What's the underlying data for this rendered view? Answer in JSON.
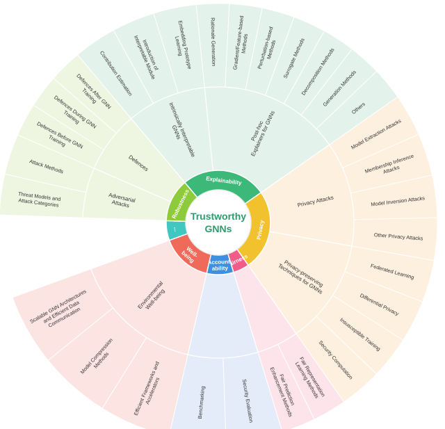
{
  "center": {
    "title_line1": "Trustworthy",
    "title_line2": "GNNs",
    "color": "#2e9b6e"
  },
  "categories": [
    {
      "name": "Explainability",
      "color": "#3cb878",
      "bg": "#e4f2ec",
      "subcategories": [
        {
          "lines": [
            "Intrinsically Interpretable",
            "GNNs"
          ],
          "leaves": [
            [
              "Contribution Estimation"
            ],
            [
              "Introduction of",
              "Interpretable Module"
            ],
            [
              "Embedding Prototype",
              "Learning"
            ]
          ]
        },
        {
          "lines": [
            "Post-hoc",
            "Explainers for GNNs"
          ],
          "leaves": [
            [
              "Rationale Generation"
            ],
            [
              "Gradient/Feature-based",
              "Methods"
            ],
            [
              "Perturbation-based",
              "Methods"
            ],
            [
              "Surrogate Methods"
            ],
            [
              "Decomposition Methods"
            ],
            [
              "Generation Methods"
            ],
            [
              "Others"
            ]
          ]
        }
      ]
    },
    {
      "name": "Privacy",
      "color": "#f2c12e",
      "bg": "#fdf0df",
      "subcategories": [
        {
          "lines": [
            "Privacy Attacks"
          ],
          "leaves": [
            [
              "Model Extraction Attacks"
            ],
            [
              "Membership Inference",
              "Attacks"
            ],
            [
              "Model Inversion Attacks"
            ],
            [
              "Other Privacy Attacks"
            ]
          ]
        },
        {
          "lines": [
            "Privacy-preserving",
            "Techniques for GNNs"
          ],
          "leaves": [
            [
              "Federated Learning"
            ],
            [
              "Differential Privacy"
            ],
            [
              "Insusceptible Training"
            ],
            [
              "Security Computation"
            ]
          ]
        }
      ]
    },
    {
      "name": "Fairness",
      "color": "#f25c8a",
      "bg": "#fde3ea",
      "subcategories": [
        {
          "lines": [
            ""
          ],
          "leaves": [
            [
              "Fair Representation",
              "Learning Methods"
            ],
            [
              "Fair Prediction",
              "Enhancement Methods"
            ]
          ]
        }
      ]
    },
    {
      "name": "Accountability",
      "label_lines": [
        "Account-",
        "ability"
      ],
      "color": "#3d8fe0",
      "bg": "#e4ecfa",
      "subcategories": [
        {
          "lines": [
            ""
          ],
          "leaves": [
            [
              "Security Evaluation"
            ],
            [
              "Benchmarking"
            ]
          ]
        }
      ]
    },
    {
      "name": "Environmental Well-being",
      "label_lines": [
        "Well-",
        "being"
      ],
      "color": "#ef6a5a",
      "bg": "#fce4e2",
      "subcategories": [
        {
          "lines": [
            "Environmental",
            "Well-being"
          ],
          "leaves": [
            [
              "Efficient Frameworks and",
              "Accelerators"
            ],
            [
              "Model Compression",
              "Methods"
            ],
            [
              "Scalable GNN Architectures",
              "and Efficient Data",
              "Communication"
            ]
          ]
        }
      ]
    },
    {
      "name": "...",
      "color": "#3fc7c0",
      "bg": "#ffffff",
      "subcategories": []
    },
    {
      "name": "Robustness",
      "color": "#8dca3c",
      "bg": "#eef6e2",
      "subcategories": [
        {
          "lines": [
            "Adversarial",
            "Attacks"
          ],
          "leaves": [
            [
              "Threat Models and",
              "Attack Categories"
            ],
            [
              "Attack Methods"
            ]
          ]
        },
        {
          "lines": [
            "Defences"
          ],
          "leaves": [
            [
              "Defences Before GNN",
              "Training"
            ],
            [
              "Defences During GNN",
              "Training"
            ],
            [
              "Defences After GNN",
              "Training"
            ]
          ]
        }
      ]
    }
  ]
}
